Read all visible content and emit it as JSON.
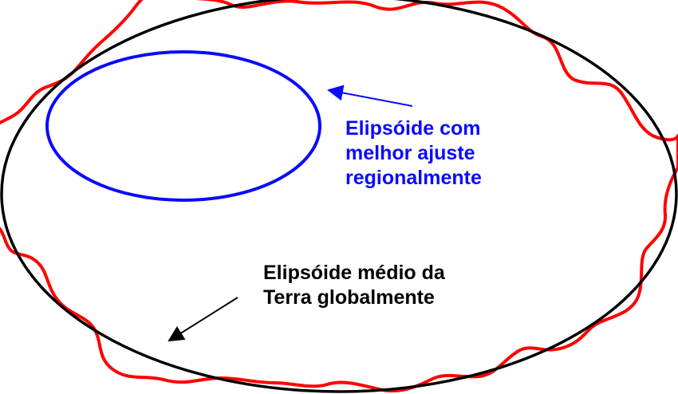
{
  "labels": {
    "regional": {
      "lines": [
        "Elipsóide com",
        "melhor ajuste",
        "regionalmente"
      ],
      "color": "#0a0aff"
    },
    "global": {
      "lines": [
        "Elipsóide médio da",
        "Terra globalmente"
      ],
      "color": "#000000"
    }
  },
  "colors": {
    "geoid": "#ff0000",
    "global_ellipsoid": "#000000",
    "regional_ellipsoid": "#0a0aff",
    "background": "#ffffff"
  }
}
